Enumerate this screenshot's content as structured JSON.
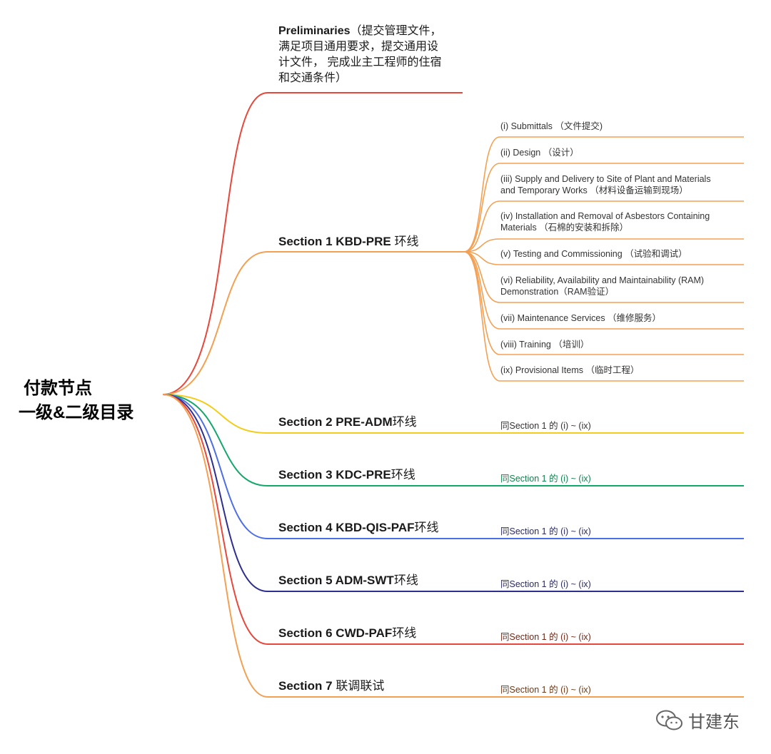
{
  "root": {
    "line1": "付款节点",
    "line2": "一级&二级目录"
  },
  "preliminaries": {
    "title": "Preliminaries",
    "line1": "（提交管理文件，",
    "line2": "满足项目通用要求，提交通用设",
    "line3": "计文件， 完成业主工程师的住宿",
    "line4": "和交通条件）"
  },
  "section1": {
    "title": "Section 1 KBD-PRE",
    "cn": " 环线",
    "items": [
      {
        "line1": "(i) Submittals （文件提交)"
      },
      {
        "line1": "(ii) Design （设计）"
      },
      {
        "line1": "(iii) Supply and Delivery to Site of Plant and Materials",
        "line2": "and Temporary Works （材料设备运输到现场）"
      },
      {
        "line1": "(iv) Installation and Removal of Asbestors Containing",
        "line2": "Materials （石棉的安装和拆除）"
      },
      {
        "line1": "(v) Testing and Commissioning （试验和调试）"
      },
      {
        "line1": "(vi) Reliability, Availability and Maintainability (RAM)",
        "line2": "Demonstration（RAM验证）"
      },
      {
        "line1": "(vii) Maintenance Services （维修服务）"
      },
      {
        "line1": "(viii) Training （培训）"
      },
      {
        "line1": "(ix) Provisional Items （临时工程）"
      }
    ]
  },
  "sections": [
    {
      "title": "Section 2 PRE-ADM",
      "cn": "环线",
      "note": "同Section 1 的 (i) ~ (ix)"
    },
    {
      "title": "Section 3 KDC-PRE",
      "cn": "环线",
      "note": "同Section 1 的 (i) ~ (ix)"
    },
    {
      "title": "Section 4 KBD-QIS-PAF",
      "cn": "环线",
      "note": "同Section 1 的 (i) ~ (ix)"
    },
    {
      "title": "Section 5 ADM-SWT",
      "cn": "环线",
      "note": "同Section 1 的 (i) ~ (ix)"
    },
    {
      "title": "Section 6 CWD-PAF",
      "cn": "环线",
      "note": "同Section 1 的 (i) ~ (ix)"
    },
    {
      "title": "Section 7",
      "cn": " 联调联试",
      "note": "同Section 1 的 (i) ~ (ix)"
    }
  ],
  "watermark": {
    "text": "甘建东",
    "icon": "wechat-icon"
  },
  "colors": {
    "prelim": "#e8473b",
    "section1": "#f4a053",
    "section2": "#f2cd1d",
    "section3": "#13a86b",
    "section4": "#4c6ee6",
    "section5": "#2e2e8f",
    "section6": "#e8473b",
    "section7": "#f4a053"
  }
}
